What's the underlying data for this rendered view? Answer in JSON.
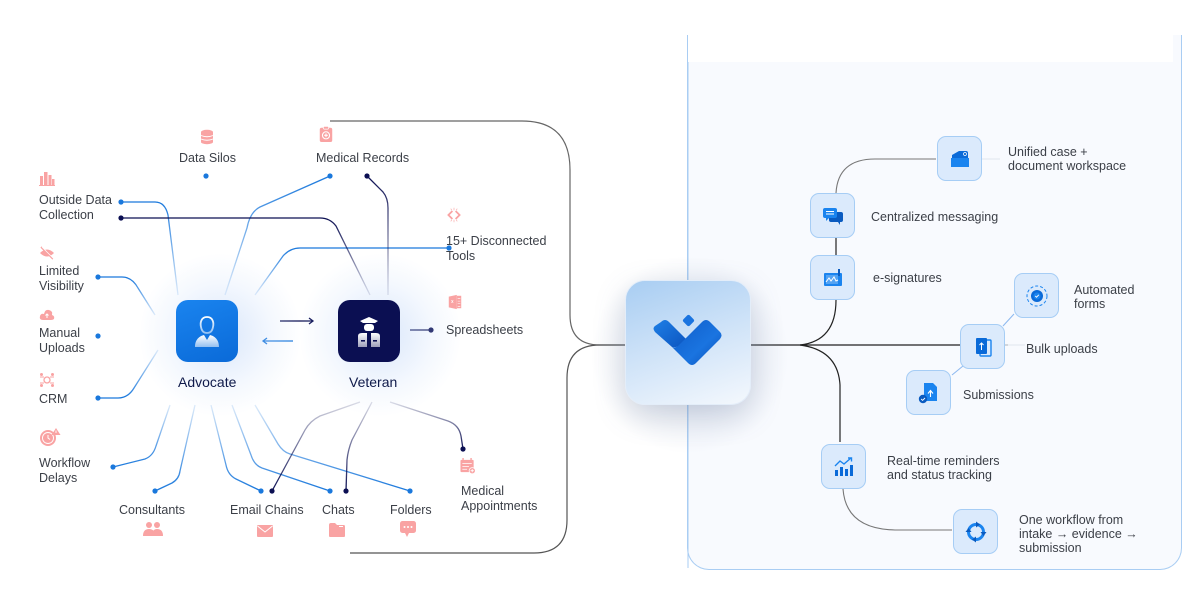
{
  "diagram": {
    "left": {
      "roles": [
        {
          "id": "advocate",
          "label": "Advocate",
          "icon": "advocate-person-icon",
          "color": "#0a74e0"
        },
        {
          "id": "veteran",
          "label": "Veteran",
          "icon": "veteran-officer-icon",
          "color": "#0b0f52"
        }
      ],
      "pain_points": [
        {
          "label": "Data Silos",
          "icon": "database-icon"
        },
        {
          "label": "Medical Records",
          "icon": "medical-clipboard-icon"
        },
        {
          "label": "Outside Data\nCollection",
          "icon": "bar-chart-icon"
        },
        {
          "label": "15+ Disconnected\nTools",
          "icon": "disconnected-tools-icon"
        },
        {
          "label": "Limited\nVisibility",
          "icon": "eye-slash-icon"
        },
        {
          "label": "Manual\nUploads",
          "icon": "cloud-upload-icon"
        },
        {
          "label": "Spreadsheets",
          "icon": "spreadsheet-icon"
        },
        {
          "label": "CRM",
          "icon": "crm-network-icon"
        },
        {
          "label": "Workflow\nDelays",
          "icon": "clock-alert-icon"
        },
        {
          "label": "Consultants",
          "icon": "users-icon"
        },
        {
          "label": "Email Chains",
          "icon": "mail-icon"
        },
        {
          "label": "Chats",
          "icon": "folder-icon"
        },
        {
          "label": "Folders",
          "icon": "chat-bubble-icon"
        },
        {
          "label": "Medical\nAppointments",
          "icon": "calendar-plus-icon"
        }
      ]
    },
    "center": {
      "logo": "brand-heart-check-logo"
    },
    "right": {
      "features": [
        {
          "label": "Unified case +\ndocument workspace",
          "icon": "folder-workspace-icon"
        },
        {
          "label": "Centralized messaging",
          "icon": "messages-icon"
        },
        {
          "label": "e-signatures",
          "icon": "e-signature-icon"
        },
        {
          "label": "Automated\nforms",
          "icon": "gear-automation-icon"
        },
        {
          "label": "Bulk uploads",
          "icon": "bulk-upload-icon"
        },
        {
          "label": "Submissions",
          "icon": "file-upload-check-icon"
        },
        {
          "label": "Real-time reminders\nand status tracking",
          "icon": "trending-chart-icon"
        },
        {
          "label": "One workflow from\nintake → evidence →\nsubmission",
          "icon": "cycle-arrows-icon"
        }
      ]
    },
    "colors": {
      "pink": "#f9a3a3",
      "blue_line": "#1a78dc",
      "navy_line": "#0b0f52",
      "panel_border": "#a9cdf3",
      "panel_bg": "#f8fafe",
      "feature_box": "#dbeafc"
    }
  }
}
